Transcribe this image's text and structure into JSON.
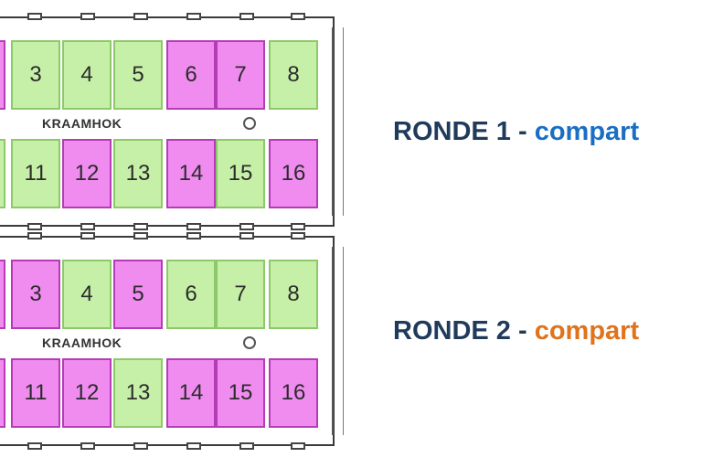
{
  "rounds": [
    {
      "label": "RONDE 1 - ",
      "suffix": "compart",
      "suffix_color": "#1a6fc4",
      "top_row": [
        {
          "n": "3",
          "c": "g"
        },
        {
          "n": "4",
          "c": "g"
        },
        {
          "n": "5",
          "c": "g"
        },
        {
          "n": "6",
          "c": "p"
        },
        {
          "n": "7",
          "c": "p"
        },
        {
          "n": "8",
          "c": "g"
        }
      ],
      "bottom_row": [
        {
          "n": "11",
          "c": "g"
        },
        {
          "n": "12",
          "c": "p"
        },
        {
          "n": "13",
          "c": "g"
        },
        {
          "n": "14",
          "c": "p"
        },
        {
          "n": "15",
          "c": "g"
        },
        {
          "n": "16",
          "c": "p"
        }
      ],
      "kraamhok": "KRAAMHOK"
    },
    {
      "label": "RONDE 2 - ",
      "suffix": "compart",
      "suffix_color": "#e0731c",
      "top_row": [
        {
          "n": "3",
          "c": "p"
        },
        {
          "n": "4",
          "c": "g"
        },
        {
          "n": "5",
          "c": "p"
        },
        {
          "n": "6",
          "c": "g"
        },
        {
          "n": "7",
          "c": "g"
        },
        {
          "n": "8",
          "c": "g"
        }
      ],
      "bottom_row": [
        {
          "n": "11",
          "c": "p"
        },
        {
          "n": "12",
          "c": "p"
        },
        {
          "n": "13",
          "c": "g"
        },
        {
          "n": "14",
          "c": "p"
        },
        {
          "n": "15",
          "c": "p"
        },
        {
          "n": "16",
          "c": "p"
        }
      ],
      "kraamhok": "KRAAMHOK"
    }
  ],
  "colors": {
    "green": "#c6f0a8",
    "magenta": "#f08cf0"
  }
}
